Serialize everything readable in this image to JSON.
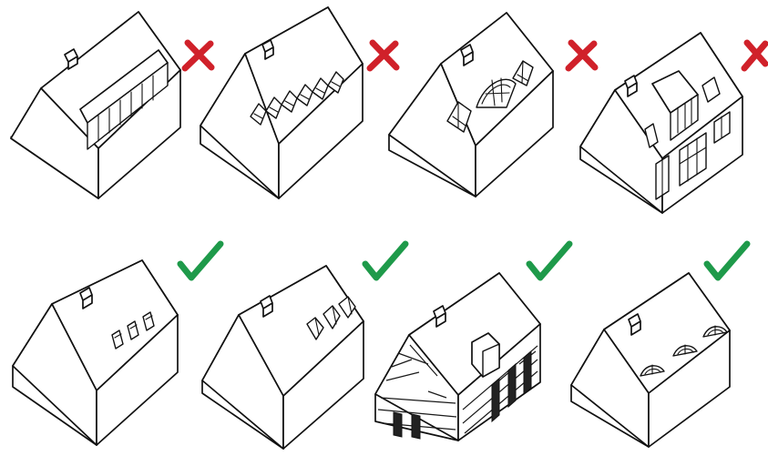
{
  "figure": {
    "rows": [
      {
        "row": "forbidden",
        "items": [
          {
            "dormer_style": "continuous-flat-dormer",
            "verdict": "cross",
            "verdict_color": "#d0212a"
          },
          {
            "dormer_style": "many-small-pointed-dormers",
            "verdict": "cross",
            "verdict_color": "#d0212a"
          },
          {
            "dormer_style": "mixed-triangular-and-arched-dormers",
            "verdict": "cross",
            "verdict_color": "#d0212a"
          },
          {
            "dormer_style": "oversized-gable-dormer-with-roof-windows",
            "verdict": "cross",
            "verdict_color": "#d0212a"
          }
        ]
      },
      {
        "row": "allowed",
        "items": [
          {
            "dormer_style": "three-small-roof-windows",
            "verdict": "check",
            "verdict_color": "#1e9a4a"
          },
          {
            "dormer_style": "three-small-gable-dormers",
            "verdict": "check",
            "verdict_color": "#1e9a4a"
          },
          {
            "dormer_style": "stone-house-single-gable-dormer",
            "verdict": "check",
            "verdict_color": "#1e9a4a"
          },
          {
            "dormer_style": "three-eyebrow-dormers",
            "verdict": "check",
            "verdict_color": "#1e9a4a"
          }
        ]
      }
    ]
  }
}
